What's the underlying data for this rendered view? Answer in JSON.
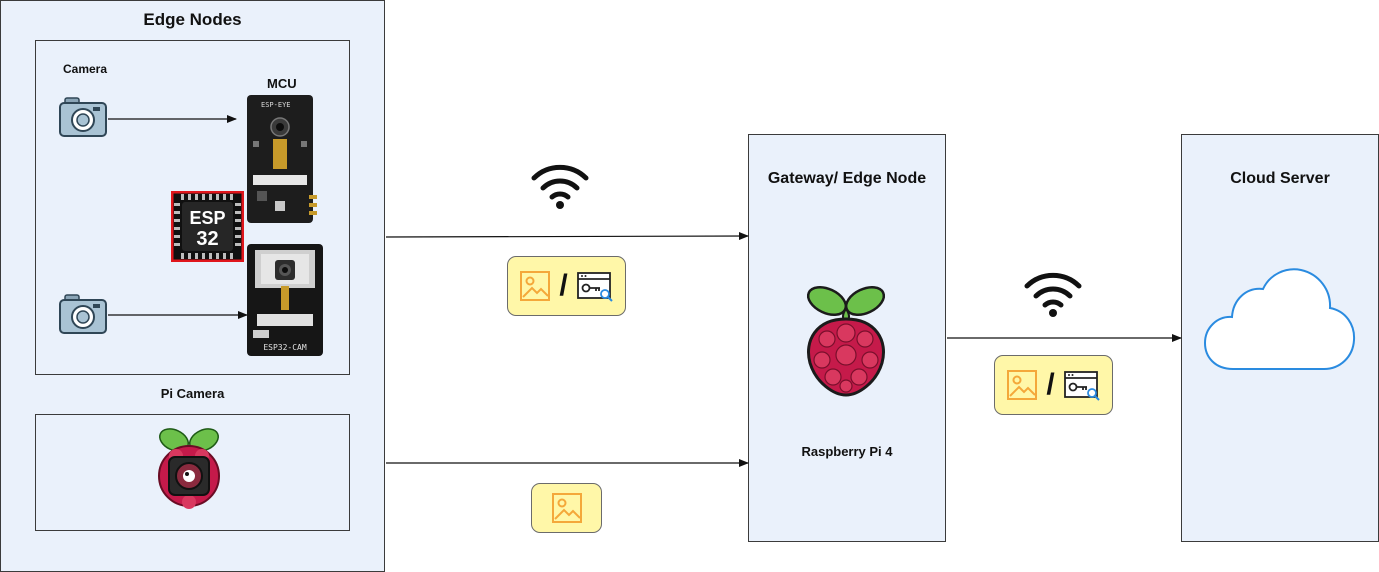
{
  "edge_nodes": {
    "title": "Edge Nodes",
    "camera_label": "Camera",
    "mcu_label": "MCU",
    "esp_eye_board_text": "ESP-EYE",
    "esp32_chip_top": "ESP",
    "esp32_chip_bottom": "32",
    "esp32_cam_board_text": "ESP32-CAM",
    "pi_camera_label": "Pi Camera"
  },
  "gateway": {
    "title": "Gateway/ Edge Node",
    "device_label": "Raspberry Pi 4"
  },
  "cloud": {
    "title": "Cloud Server"
  },
  "payload": {
    "separator": "/"
  },
  "colors": {
    "panel_fill": "#eaf1fb",
    "badge_fill": "#fff7a8",
    "image_icon": "#f4a83a",
    "cloud_outline": "#2a8be0",
    "raspberry_red": "#c51a4a",
    "raspberry_leaf": "#6cc04a",
    "esp_chip_border": "#e0161c"
  },
  "icons": [
    "camera-icon",
    "wifi-icon",
    "image-icon",
    "key-window-icon",
    "raspberry-pi-icon",
    "cloud-icon",
    "esp32-chip-icon",
    "esp-eye-board-icon",
    "esp32-cam-board-icon",
    "pi-camera-icon"
  ]
}
